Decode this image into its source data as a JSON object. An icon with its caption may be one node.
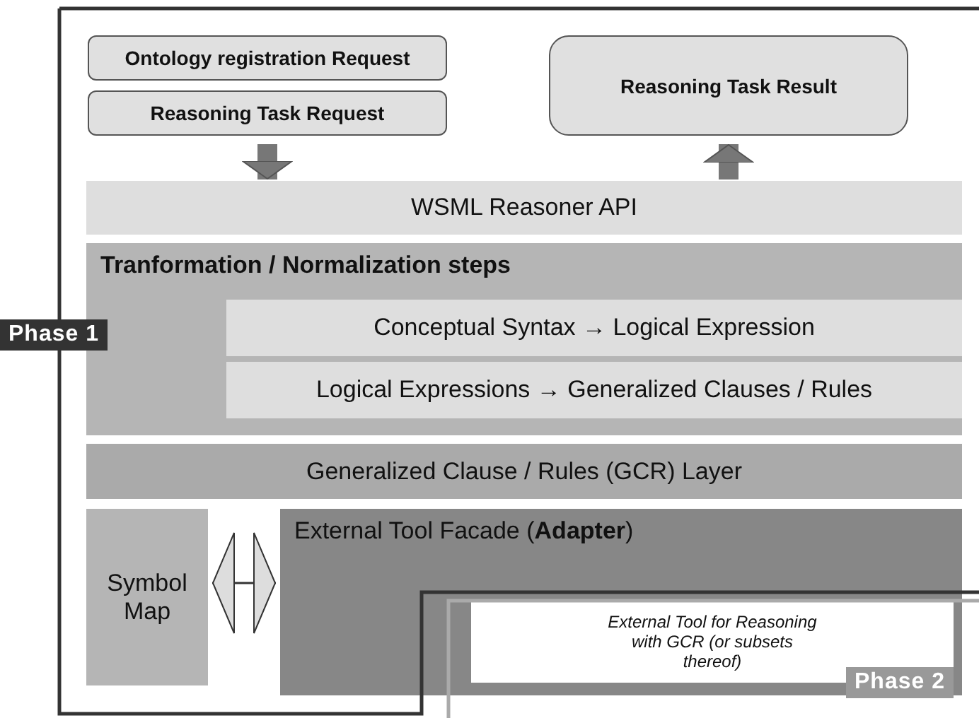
{
  "diagram": {
    "nodes": [
      {
        "text": [
          "Ontology registration Request"
        ]
      },
      {
        "text": [
          "Reasoning Task Request"
        ]
      },
      {
        "text": [
          "Reasoning Task Result"
        ]
      },
      {
        "text": [
          "WSML Reasoner API"
        ]
      },
      {
        "text": [
          "Tranformation / Normalization steps"
        ]
      },
      {
        "text": [
          "Conceptual Syntax → Logical Expression"
        ],
        "in": 4
      },
      {
        "text": [
          "Logical Expressions → Generalized Clauses / Rules"
        ],
        "in": 4
      },
      {
        "text": [
          "Generalized Clause / Rules (GCR) Layer"
        ]
      },
      {
        "text": [
          "Symbol Map"
        ]
      },
      {
        "text": [
          "External Tool Facade (**Adapter**)"
        ]
      },
      {
        "text": [
          "External Tool for Reasoning with GCR (or subsets thereof)"
        ],
        "in": 9
      }
    ],
    "edges": [
      {
        "from": 1,
        "to": 3,
        "arrow": "to"
      },
      {
        "from": 3,
        "to": 2,
        "arrow": "to"
      },
      {
        "from": 8,
        "to": 9,
        "arrow": "both"
      }
    ],
    "labels": [
      "Phase 1",
      "Phase 2"
    ]
  }
}
